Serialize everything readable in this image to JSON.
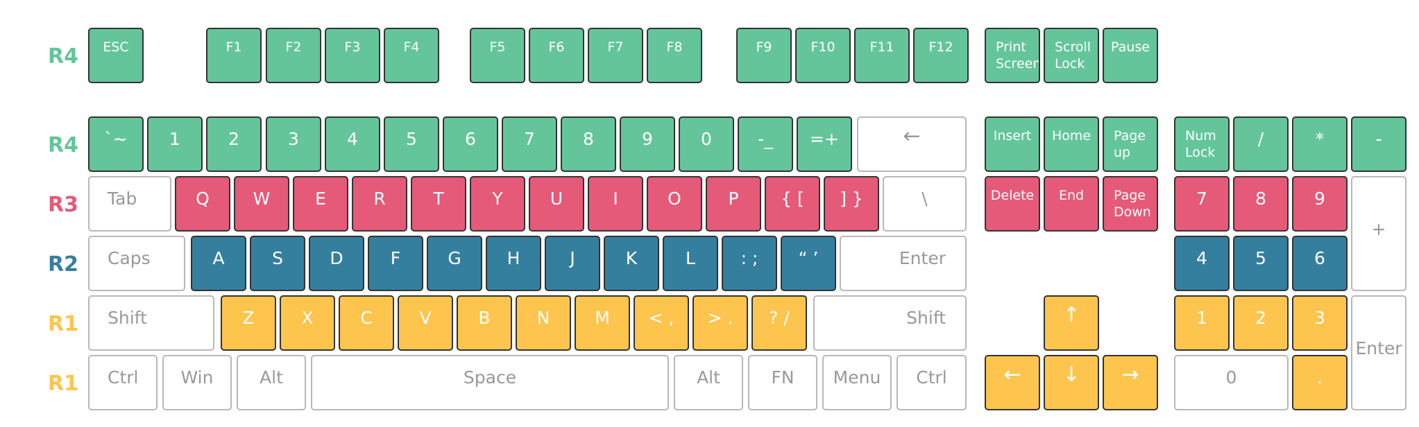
{
  "colors": {
    "R4": "#64c59a",
    "R3": "#e55a78",
    "R2": "#357f9e",
    "R1": "#fdc54d",
    "blank": "#ffffff"
  },
  "row_labels": [
    {
      "text": "R4",
      "color_key": "R4"
    },
    {
      "text": "R4",
      "color_key": "R4"
    },
    {
      "text": "R3",
      "color_key": "R3"
    },
    {
      "text": "R2",
      "color_key": "R2"
    },
    {
      "text": "R1",
      "color_key": "R1"
    },
    {
      "text": "R1",
      "color_key": "R1"
    }
  ],
  "keys": [
    {
      "label": "ESC",
      "row": "R4"
    },
    {
      "label": "F1",
      "row": "R4"
    },
    {
      "label": "F2",
      "row": "R4"
    },
    {
      "label": "F3",
      "row": "R4"
    },
    {
      "label": "F4",
      "row": "R4"
    },
    {
      "label": "F5",
      "row": "R4"
    },
    {
      "label": "F6",
      "row": "R4"
    },
    {
      "label": "F7",
      "row": "R4"
    },
    {
      "label": "F8",
      "row": "R4"
    },
    {
      "label": "F9",
      "row": "R4"
    },
    {
      "label": "F10",
      "row": "R4"
    },
    {
      "label": "F11",
      "row": "R4"
    },
    {
      "label": "F12",
      "row": "R4"
    },
    {
      "label": "Print Screen",
      "row": "R4"
    },
    {
      "label": "Scroll Lock",
      "row": "R4"
    },
    {
      "label": "Pause",
      "row": "R4"
    },
    {
      "label": "`~",
      "row": "R4"
    },
    {
      "label": "1",
      "row": "R4"
    },
    {
      "label": "2",
      "row": "R4"
    },
    {
      "label": "3",
      "row": "R4"
    },
    {
      "label": "4",
      "row": "R4"
    },
    {
      "label": "5",
      "row": "R4"
    },
    {
      "label": "6",
      "row": "R4"
    },
    {
      "label": "7",
      "row": "R4"
    },
    {
      "label": "8",
      "row": "R4"
    },
    {
      "label": "9",
      "row": "R4"
    },
    {
      "label": "0",
      "row": "R4"
    },
    {
      "label": "-_",
      "row": "R4"
    },
    {
      "label": "=+",
      "row": "R4"
    },
    {
      "label": "←",
      "row": "blank"
    },
    {
      "label": "Insert",
      "row": "R4"
    },
    {
      "label": "Home",
      "row": "R4"
    },
    {
      "label": "Page up",
      "row": "R4"
    },
    {
      "label": "Num Lock",
      "row": "R4"
    },
    {
      "label": "/",
      "row": "R4"
    },
    {
      "label": "*",
      "row": "R4"
    },
    {
      "label": "-",
      "row": "R4"
    },
    {
      "label": "Tab",
      "row": "blank"
    },
    {
      "label": "Q",
      "row": "R3"
    },
    {
      "label": "W",
      "row": "R3"
    },
    {
      "label": "E",
      "row": "R3"
    },
    {
      "label": "R",
      "row": "R3"
    },
    {
      "label": "T",
      "row": "R3"
    },
    {
      "label": "Y",
      "row": "R3"
    },
    {
      "label": "U",
      "row": "R3"
    },
    {
      "label": "I",
      "row": "R3"
    },
    {
      "label": "O",
      "row": "R3"
    },
    {
      "label": "P",
      "row": "R3"
    },
    {
      "label": "{ [",
      "row": "R3"
    },
    {
      "label": "] }",
      "row": "R3"
    },
    {
      "label": "\\",
      "row": "blank"
    },
    {
      "label": "Delete",
      "row": "R3"
    },
    {
      "label": "End",
      "row": "R3"
    },
    {
      "label": "Page Down",
      "row": "R3"
    },
    {
      "label": "7",
      "row": "R3"
    },
    {
      "label": "8",
      "row": "R3"
    },
    {
      "label": "9",
      "row": "R3"
    },
    {
      "label": "+",
      "row": "blank"
    },
    {
      "label": "Caps",
      "row": "blank"
    },
    {
      "label": "A",
      "row": "R2"
    },
    {
      "label": "S",
      "row": "R2"
    },
    {
      "label": "D",
      "row": "R2"
    },
    {
      "label": "F",
      "row": "R2"
    },
    {
      "label": "G",
      "row": "R2"
    },
    {
      "label": "H",
      "row": "R2"
    },
    {
      "label": "J",
      "row": "R2"
    },
    {
      "label": "K",
      "row": "R2"
    },
    {
      "label": "L",
      "row": "R2"
    },
    {
      "label": ": ;",
      "row": "R2"
    },
    {
      "label": "“ ’",
      "row": "R2"
    },
    {
      "label": "Enter",
      "row": "blank"
    },
    {
      "label": "4",
      "row": "R2"
    },
    {
      "label": "5",
      "row": "R2"
    },
    {
      "label": "6",
      "row": "R2"
    },
    {
      "label": "Shift",
      "row": "blank"
    },
    {
      "label": "Z",
      "row": "R1"
    },
    {
      "label": "X",
      "row": "R1"
    },
    {
      "label": "C",
      "row": "R1"
    },
    {
      "label": "V",
      "row": "R1"
    },
    {
      "label": "B",
      "row": "R1"
    },
    {
      "label": "N",
      "row": "R1"
    },
    {
      "label": "M",
      "row": "R1"
    },
    {
      "label": "< ,",
      "row": "R1"
    },
    {
      "label": "> .",
      "row": "R1"
    },
    {
      "label": "? /",
      "row": "R1"
    },
    {
      "label": "Shift",
      "row": "blank"
    },
    {
      "label": "↑",
      "row": "R1"
    },
    {
      "label": "1",
      "row": "R1"
    },
    {
      "label": "2",
      "row": "R1"
    },
    {
      "label": "3",
      "row": "R1"
    },
    {
      "label": "Enter",
      "row": "blank"
    },
    {
      "label": "Ctrl",
      "row": "blank"
    },
    {
      "label": "Win",
      "row": "blank"
    },
    {
      "label": "Alt",
      "row": "blank"
    },
    {
      "label": "Space",
      "row": "blank"
    },
    {
      "label": "Alt",
      "row": "blank"
    },
    {
      "label": "FN",
      "row": "blank"
    },
    {
      "label": "Menu",
      "row": "blank"
    },
    {
      "label": "Ctrl",
      "row": "blank"
    },
    {
      "label": "←",
      "row": "R1"
    },
    {
      "label": "↓",
      "row": "R1"
    },
    {
      "label": "→",
      "row": "R1"
    },
    {
      "label": "0",
      "row": "blank"
    },
    {
      "label": ".",
      "row": "R1"
    }
  ]
}
